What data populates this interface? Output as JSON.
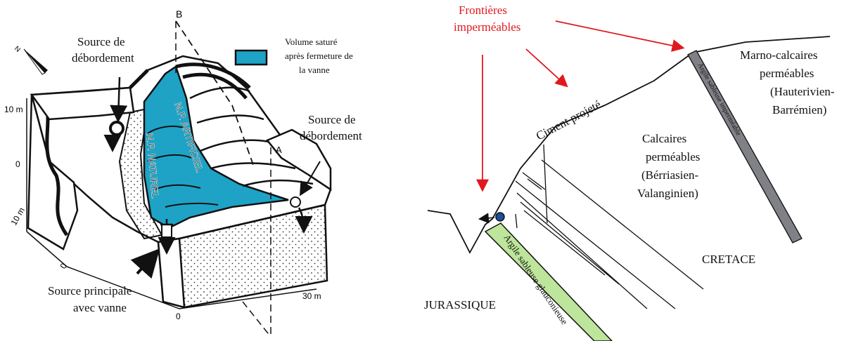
{
  "colors": {
    "saturated": "#1ea3c6",
    "clay_green": "#bde59b",
    "clay_grey": "#808087",
    "boundary_red": "#e0191e",
    "spring_blue": "#1b4f9c",
    "line": "#111111"
  },
  "left_block": {
    "legend_label": [
      "Volume saturé",
      "après fermeture de",
      "la vanne"
    ],
    "overflow_spring_left": [
      "Source de",
      "débordement"
    ],
    "overflow_spring_right": [
      "Source de",
      "débordement"
    ],
    "main_spring": [
      "Source principale",
      "avec vanne"
    ],
    "water_table_artificial": "N.P. ARTIFICIEL",
    "water_table_natural": "N.P. NATUREL",
    "section_b": "B",
    "section_a": "A",
    "north_label": "N",
    "scale_10m_top": "10 m",
    "scale_0_left": "0",
    "scale_10m_bottom": "10 m",
    "scale_0_bottom": "0",
    "scale_0_base": "0",
    "scale_30m": "30 m"
  },
  "right_section": {
    "boundaries_title": [
      "Frontières",
      "imperméables"
    ],
    "shotcrete": "Ciment projeté",
    "marly_limestone": [
      "Marno-calcaires",
      "perméables",
      "(Hauterivien-",
      "Barrémien)"
    ],
    "limestone": [
      "Calcaires",
      "perméables",
      "(Bérriasien-",
      "Valanginien)"
    ],
    "cretaceous": "CRETACE",
    "jurassic": "JURASSIQUE",
    "glauconitic_clay": "Argile sableuse glauconieuse",
    "impermeable_clay": "Argile sableuse imperméable"
  }
}
